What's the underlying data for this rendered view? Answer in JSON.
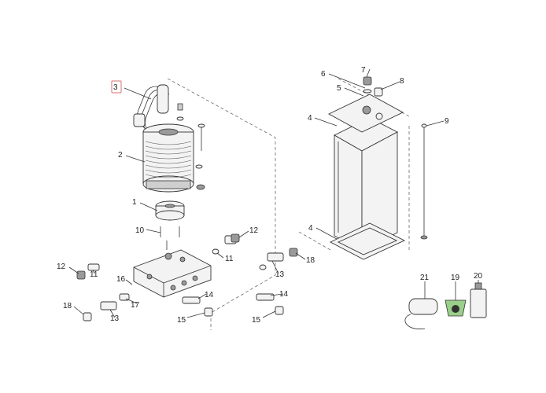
{
  "diagram": {
    "callouts": [
      {
        "id": "c3",
        "label": "3",
        "highlighted": true
      },
      {
        "id": "c2",
        "label": "2"
      },
      {
        "id": "c1",
        "label": "1"
      },
      {
        "id": "c10",
        "label": "10"
      },
      {
        "id": "c12a",
        "label": "12"
      },
      {
        "id": "c11a",
        "label": "11"
      },
      {
        "id": "c18a",
        "label": "18"
      },
      {
        "id": "c13a",
        "label": "13"
      },
      {
        "id": "c12b",
        "label": "12"
      },
      {
        "id": "c11b",
        "label": "11"
      },
      {
        "id": "c16",
        "label": "16"
      },
      {
        "id": "c17",
        "label": "17"
      },
      {
        "id": "c18b",
        "label": "18"
      },
      {
        "id": "c13b",
        "label": "13"
      },
      {
        "id": "c14a",
        "label": "14"
      },
      {
        "id": "c15a",
        "label": "15"
      },
      {
        "id": "c14b",
        "label": "14"
      },
      {
        "id": "c15b",
        "label": "15"
      },
      {
        "id": "c7",
        "label": "7"
      },
      {
        "id": "c6",
        "label": "6"
      },
      {
        "id": "c8",
        "label": "8"
      },
      {
        "id": "c5",
        "label": "5"
      },
      {
        "id": "c4a",
        "label": "4"
      },
      {
        "id": "c9",
        "label": "9"
      },
      {
        "id": "c4b",
        "label": "4"
      },
      {
        "id": "c21",
        "label": "21"
      },
      {
        "id": "c19",
        "label": "19"
      },
      {
        "id": "c20",
        "label": "20"
      }
    ],
    "highlight_color": "#e08a8a",
    "line_color": "#333333"
  }
}
